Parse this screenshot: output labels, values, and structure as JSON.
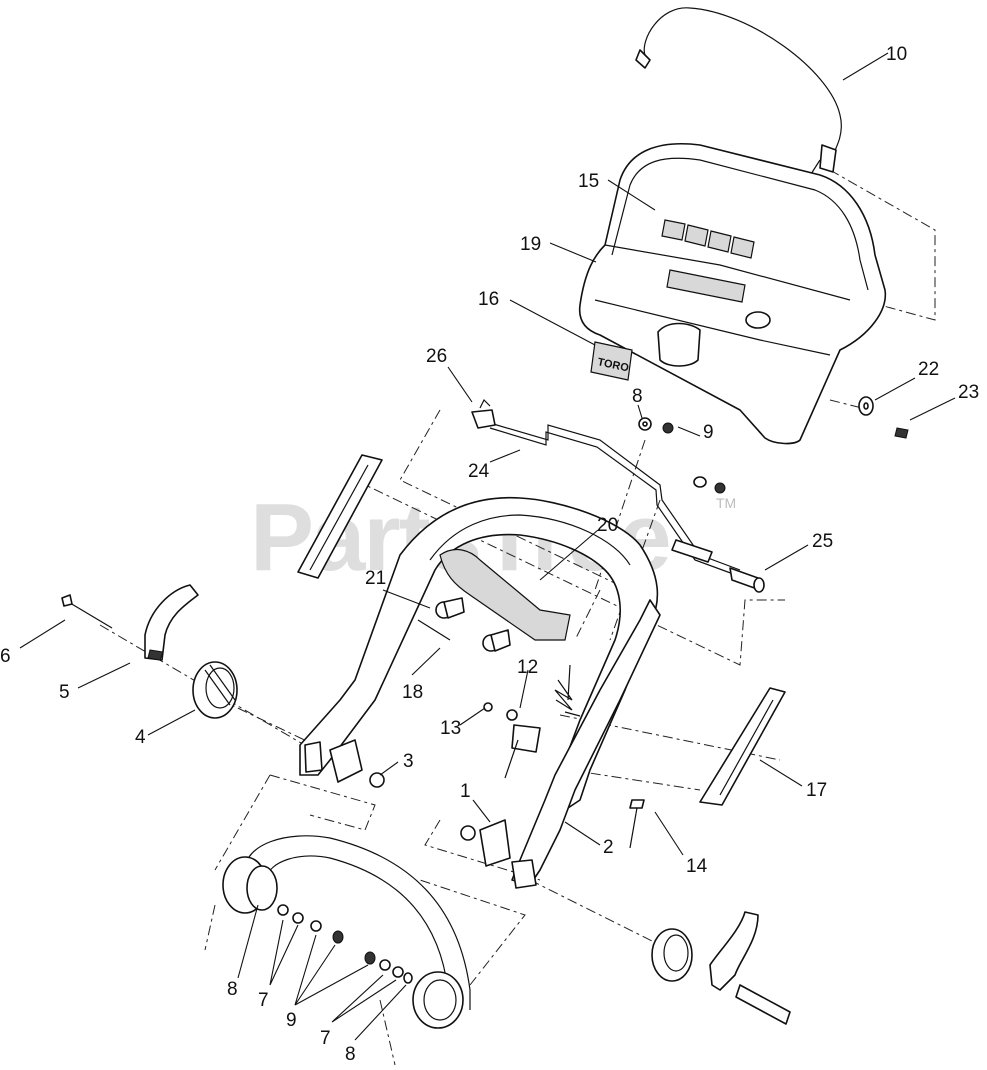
{
  "watermark": {
    "text": "PartsTree",
    "trademark": "TM"
  },
  "callouts": {
    "c1": "1",
    "c2": "2",
    "c3": "3",
    "c4": "4",
    "c5": "5",
    "c6": "6",
    "c7a": "7",
    "c7b": "7",
    "c8a": "8",
    "c8b": "8",
    "c8c": "8",
    "c9a": "9",
    "c9b": "9",
    "c10": "10",
    "c12": "12",
    "c13": "13",
    "c14": "14",
    "c15": "15",
    "c16": "16",
    "c17": "17",
    "c18": "18",
    "c19": "19",
    "c20": "20",
    "c21": "21",
    "c22": "22",
    "c23": "23",
    "c24": "24",
    "c25": "25",
    "c26": "26"
  },
  "decal_logo": "TORO"
}
